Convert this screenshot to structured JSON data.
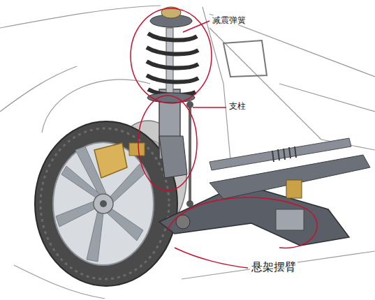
{
  "diagram": {
    "labels": [
      "减震弹簧",
      "支柱",
      "悬架摆臂"
    ]
  }
}
